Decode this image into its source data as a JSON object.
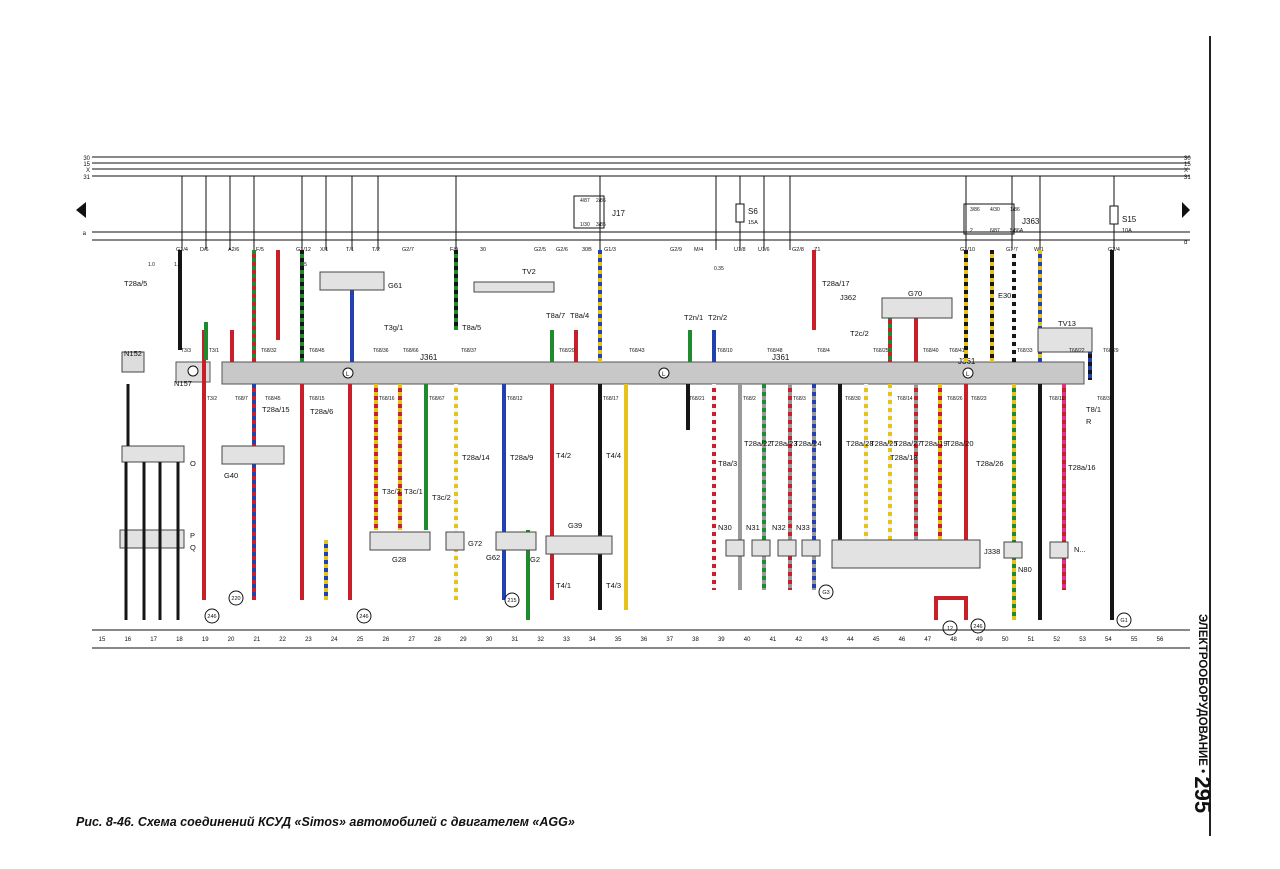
{
  "caption": "Рис. 8-46. Схема соединений КСУД «Simos» автомобилей с двигателем «AGG»",
  "side_label": {
    "text": "ЭЛЕКТРООБОРУДОВАНИЕ",
    "page_number": "295"
  },
  "rails": {
    "left": [
      "30",
      "15",
      "X",
      "31"
    ],
    "right": [
      "30",
      "15",
      "X",
      "31"
    ],
    "a_label": "a",
    "d_label": "d"
  },
  "bottom_numbers": [
    "15",
    "16",
    "17",
    "18",
    "19",
    "20",
    "21",
    "22",
    "23",
    "24",
    "25",
    "26",
    "27",
    "28",
    "29",
    "30",
    "31",
    "32",
    "33",
    "34",
    "35",
    "36",
    "37",
    "38",
    "39",
    "40",
    "41",
    "42",
    "43",
    "44",
    "45",
    "46",
    "47",
    "48",
    "49",
    "50",
    "51",
    "52",
    "53",
    "54",
    "55",
    "56"
  ],
  "ecu_label": "J361",
  "labels": {
    "top_connectors": [
      "G1/4",
      "D/6",
      "A2/6",
      "F/5",
      "G1/12",
      "X/1",
      "T/1",
      "T/2",
      "G2/7",
      "F/9",
      "30",
      "G2/5",
      "G2/6",
      "30B",
      "G1/3",
      "G2/9",
      "M/4",
      "U1/8",
      "U1/6",
      "G2/8",
      "Z1",
      "G1/10",
      "G1/7",
      "W/1",
      "G2/4"
    ],
    "relays": {
      "j17": "J17",
      "j17_pins": [
        "4/87",
        "2/86",
        "1/30",
        "3/85"
      ],
      "j363": "J363",
      "j363_pins": [
        "3/86",
        "4/30",
        "1/86",
        "2",
        "6/87",
        "5/86A"
      ]
    },
    "fuses": {
      "s6": "S6",
      "s6_rating": "15A",
      "s15": "S15",
      "s15_rating": "10A"
    },
    "components": [
      "T28a/5",
      "N152",
      "N157",
      "O",
      "G40",
      "P",
      "Q",
      "T28a/15",
      "T28a/16",
      "T28a/6",
      "G61",
      "T3g/1",
      "G28",
      "T3c/1",
      "T3c/2",
      "T3c/3",
      "G72",
      "G62",
      "G2",
      "G39",
      "T4/2",
      "T4/4",
      "T4/1",
      "T4/3",
      "T8a/5",
      "T8a/7",
      "T8a/4",
      "TV2",
      "T2n/1",
      "T2n/2",
      "T8a/3",
      "T28a/17",
      "J362",
      "T2c/2",
      "G70",
      "TV13",
      "T8/1",
      "R",
      "N30",
      "N31",
      "N32",
      "N33",
      "J338",
      "N80",
      "N...",
      "E30",
      "T28a/14",
      "T28a/9",
      "T28a/26",
      "T28a/18",
      "T28a/27",
      "T28a/19",
      "T28a/20",
      "T28a/22",
      "T28a/23",
      "T28a/24",
      "T28a/28",
      "T28a/25"
    ],
    "ecu_pins": [
      "T3/3",
      "T3/2",
      "T3/1",
      "T68/7",
      "T68/32",
      "T68/45",
      "T68/45",
      "T68/15",
      "T68/36",
      "T68/16",
      "T68/66",
      "T68/67",
      "T68/37",
      "T68/12",
      "T68/20",
      "T68/17",
      "T68/43",
      "T68/21",
      "T68/10",
      "T68/2",
      "T68/48",
      "T68/3",
      "T68/4",
      "T68/30",
      "T68/25",
      "T68/14",
      "T68/40",
      "T68/26",
      "T68/41",
      "T68/23",
      "T68/33",
      "T68/11",
      "T68/22",
      "T68/39",
      "T68/29"
    ],
    "ground_refs": [
      "246",
      "220",
      "246",
      "215",
      "G3",
      "G1",
      "246",
      "12"
    ],
    "misc": [
      "a",
      "d",
      "1.0",
      "1.5",
      "0.5",
      "0.35",
      "2.5"
    ]
  },
  "colors": {
    "paper": "#ffffff",
    "ink": "#111111",
    "ecu_bar": "#c8c8c8",
    "red": "#c8202a",
    "green": "#1f8a2e",
    "yellow": "#e6c21c",
    "blue": "#2340b0",
    "black": "#151515",
    "white": "#f4f4f4",
    "brown": "#7a3a1c",
    "grey": "#9a9a9a",
    "pink": "#e0308a",
    "violet": "#7b2f9a"
  }
}
